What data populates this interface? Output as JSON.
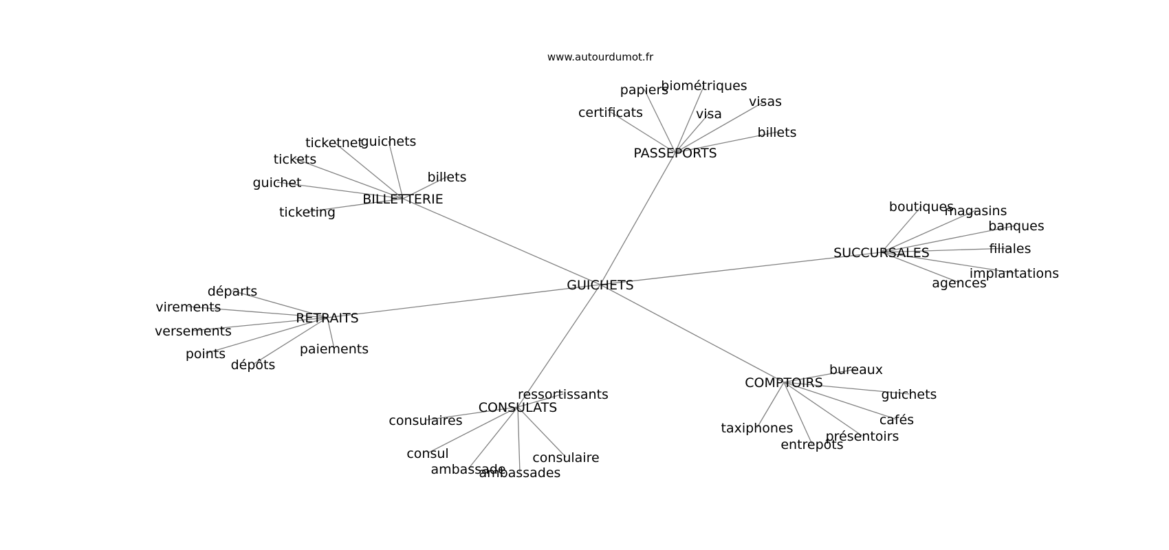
{
  "source": "www.autourdumot.fr",
  "center": "GUICHETS",
  "branches": [
    {
      "hub": "PASSEPORTS",
      "leaves": [
        "certificats",
        "papiers",
        "biométriques",
        "visa",
        "visas",
        "billets"
      ]
    },
    {
      "hub": "BILLETTERIE",
      "leaves": [
        "ticketnet",
        "guichets",
        "tickets",
        "guichet",
        "ticketing",
        "billets"
      ]
    },
    {
      "hub": "SUCCURSALES",
      "leaves": [
        "boutiques",
        "magasins",
        "banques",
        "filiales",
        "implantations",
        "agences"
      ]
    },
    {
      "hub": "RETRAITS",
      "leaves": [
        "départs",
        "virements",
        "versements",
        "points",
        "dépôts",
        "paiements"
      ]
    },
    {
      "hub": "CONSULATS",
      "leaves": [
        "ressortissants",
        "consulaires",
        "consul",
        "ambassade",
        "ambassades",
        "consulaire"
      ]
    },
    {
      "hub": "COMPTOIRS",
      "leaves": [
        "bureaux",
        "guichets",
        "cafés",
        "présentoirs",
        "entrepôts",
        "taxiphones"
      ]
    }
  ]
}
